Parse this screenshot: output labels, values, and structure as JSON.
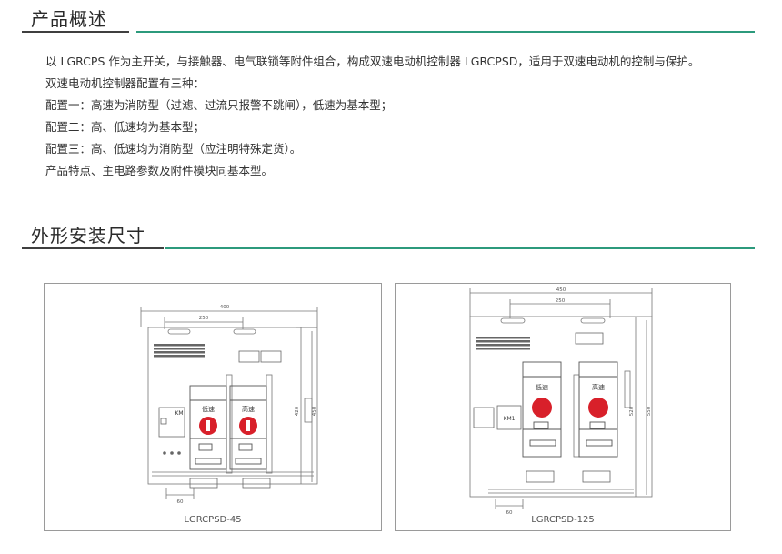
{
  "section1": {
    "title": "产品概述"
  },
  "intro": {
    "paragraph": "以 LGRCPS 作为主开关，与接触器、电气联锁等附件组合，构成双速电动机控制器 LGRCPSD，适用于双速电动机的控制与保护。",
    "lines": [
      "双速电动机控制器配置有三种：",
      "配置一：高速为消防型（过滤、过流只报警不跳闸），低速为基本型；",
      "配置二：高、低速均为基本型；",
      "配置三：高、低速均为消防型（应注明特殊定货）。",
      "产品特点、主电路参数及附件模块同基本型。"
    ]
  },
  "section2": {
    "title": "外形安装尺寸"
  },
  "diagrams": [
    {
      "caption": "LGRCPSD-45",
      "dims": {
        "top_outer": "400",
        "top_inner": "250",
        "bottom": "60",
        "right_inner": "420",
        "right_outer": "450"
      },
      "labels": {
        "low_speed": "低速",
        "high_speed": "高速",
        "km": "KM"
      }
    },
    {
      "caption": "LGRCPSD-125",
      "dims": {
        "top_outer": "450",
        "top_inner": "250",
        "bottom": "60",
        "right_inner": "520",
        "right_outer": "550"
      },
      "labels": {
        "low_speed": "低速",
        "high_speed": "高速",
        "km": "KM1"
      }
    }
  ],
  "colors": {
    "accent_green": "#2c9a7c",
    "rule_dark": "#3f3f3f",
    "button_red": "#d8202a"
  }
}
